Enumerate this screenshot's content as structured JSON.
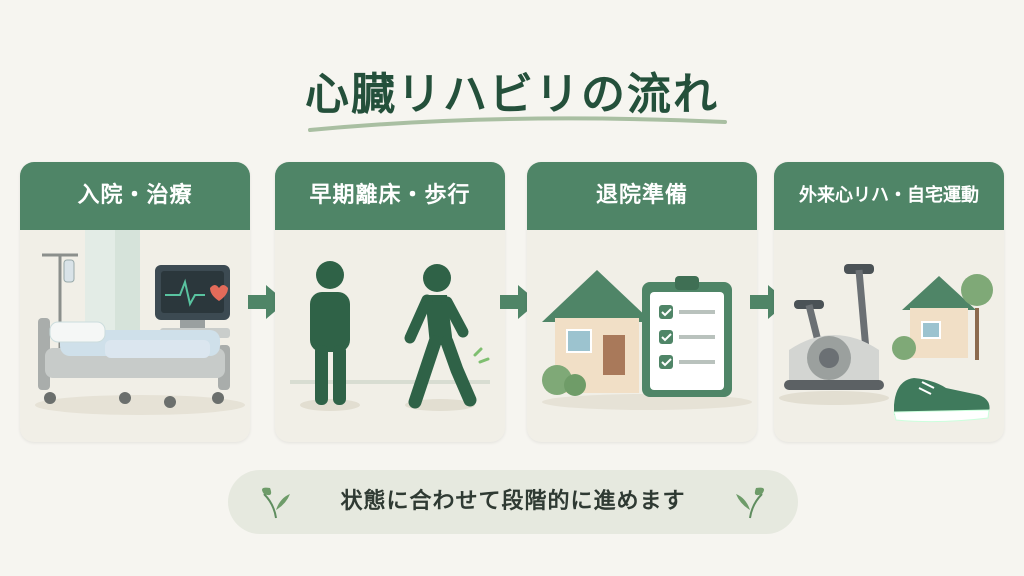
{
  "title": "心臓リハビリの流れ",
  "steps": [
    {
      "label": "入院・治療"
    },
    {
      "label": "早期離床・歩行"
    },
    {
      "label": "退院準備"
    },
    {
      "label": "外来心リハ・自宅運動"
    }
  ],
  "footer": {
    "text": "状態に合わせて段階的に進めます"
  },
  "colors": {
    "primary": "#4f8567",
    "dark": "#24503b",
    "background": "#f6f5f0"
  }
}
